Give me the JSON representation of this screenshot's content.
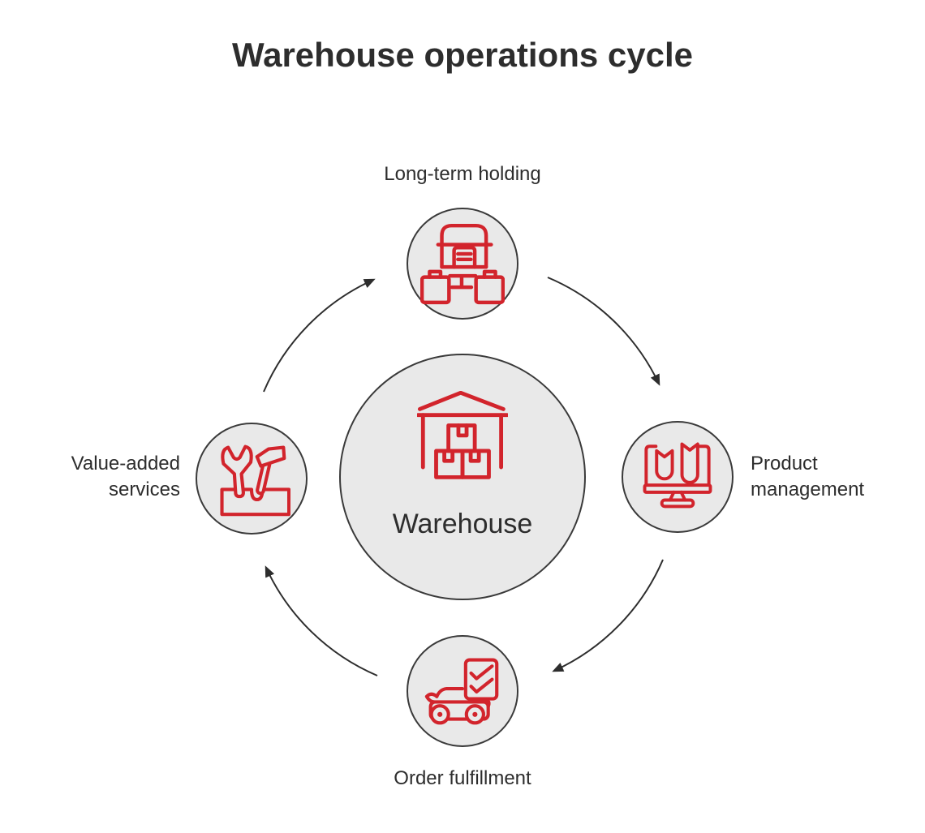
{
  "title": "Warehouse operations cycle",
  "cycle_direction": "clockwise",
  "center_node": {
    "label": "Warehouse",
    "icon": "warehouse-building-boxes-icon"
  },
  "nodes": [
    {
      "position": "top",
      "label": "Long-term holding",
      "icon": "storage-hangar-boxes-icon"
    },
    {
      "position": "right",
      "label": "Product management",
      "icon": "monitor-products-icon"
    },
    {
      "position": "bottom",
      "label": "Order fulfillment",
      "icon": "car-checklist-icon"
    },
    {
      "position": "left",
      "label": "Value-added services",
      "icon": "wrench-hammer-toolbox-icon"
    }
  ],
  "colors": {
    "accent": "#d2242c",
    "node_fill": "#e9e9e9",
    "node_border": "#3a3a3a",
    "text": "#2d2d2d",
    "arrow": "#2d2d2d",
    "background": "#ffffff"
  }
}
